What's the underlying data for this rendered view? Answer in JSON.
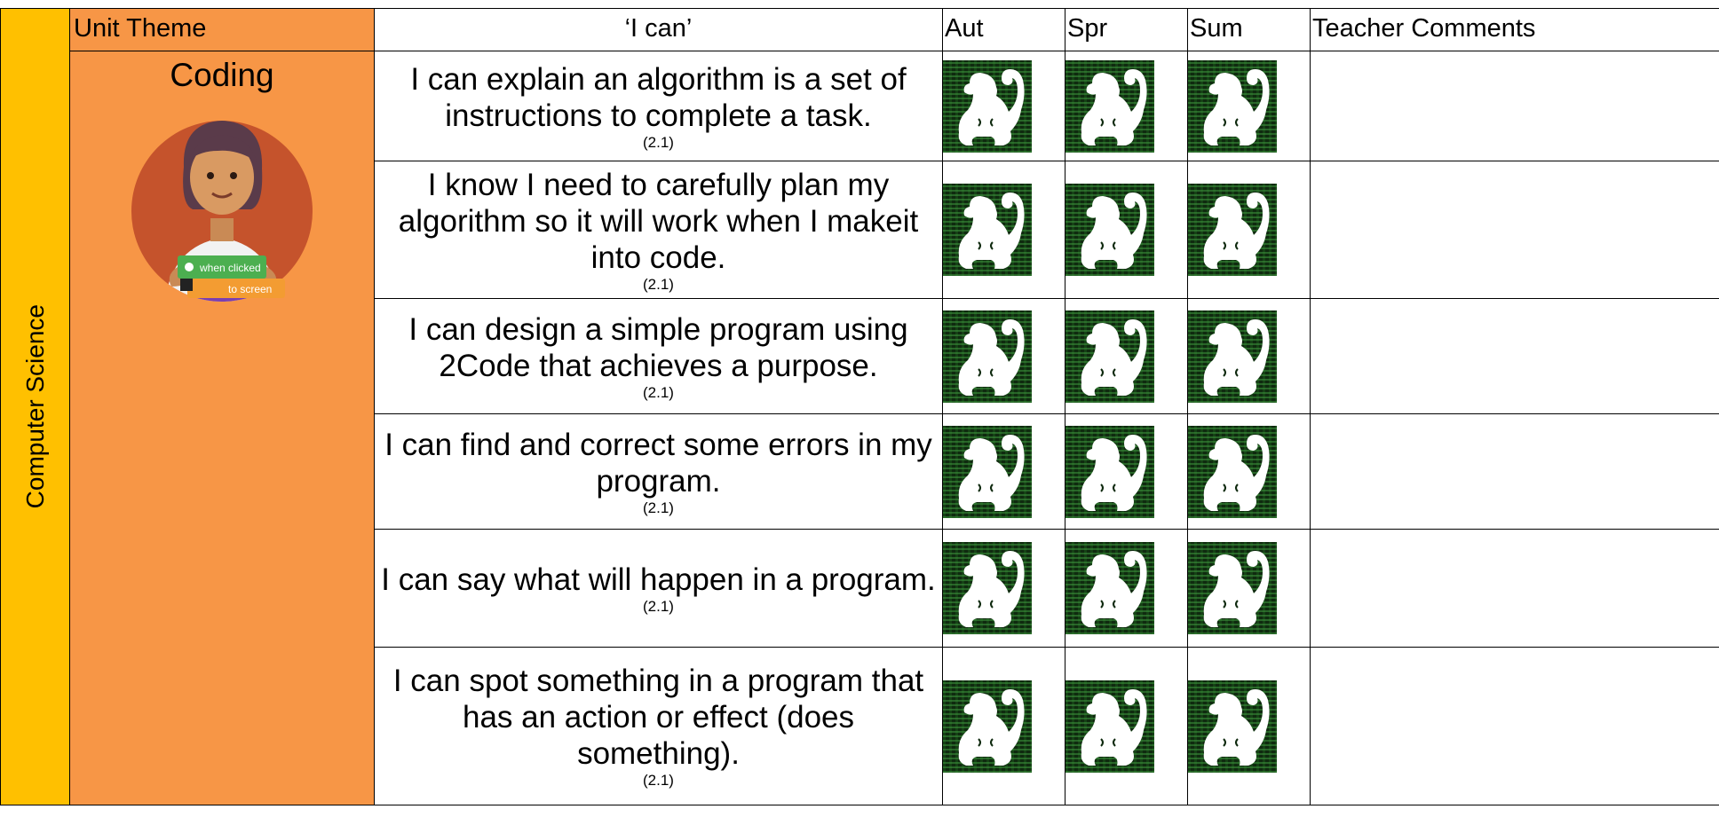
{
  "header": {
    "unit_theme": "Unit Theme",
    "i_can": "‘I can’",
    "terms": [
      "Aut",
      "Spr",
      "Sum"
    ],
    "teacher_comments": "Teacher Comments"
  },
  "strand": "Computer Science",
  "theme": {
    "title": "Coding",
    "illustration": {
      "block_top": "when clicked",
      "block_bottom": "to screen"
    }
  },
  "rows": [
    {
      "statement": "I can explain an algorithm is a set of instructions to complete a task.",
      "ref": "(2.1)"
    },
    {
      "statement": "I know I need to carefully plan my algorithm so it will work when I makeit into code.",
      "ref": "(2.1)"
    },
    {
      "statement": "I can design a simple program using 2Code that achieves a purpose.",
      "ref": "(2.1)"
    },
    {
      "statement": "I can find and correct some errors in my program.",
      "ref": "(2.1)"
    },
    {
      "statement": "I can say what will happen in a program.",
      "ref": "(2.1)"
    },
    {
      "statement": "I can spot something in a program that has an action or effect (does something).",
      "ref": "(2.1)"
    }
  ],
  "assessment_icon": "monkey-icon",
  "colors": {
    "strand": "#ffc000",
    "theme": "#f79646",
    "icon_bg": "#0f2a0f",
    "icon_code": "#3c963c"
  }
}
